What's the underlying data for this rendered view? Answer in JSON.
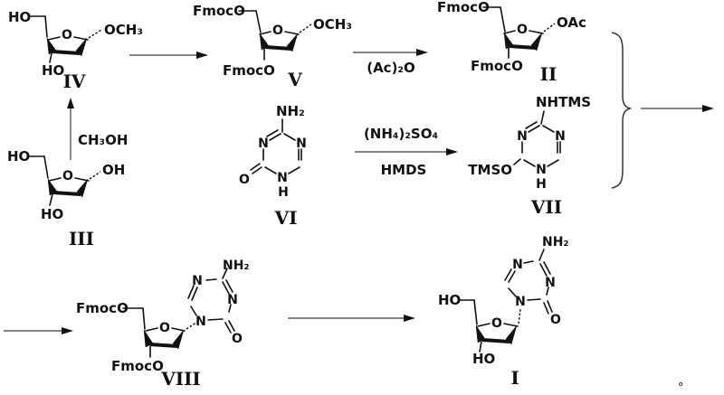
{
  "compounds": {
    "III": {
      "label": "III",
      "o5": "HO",
      "ring_o": "O",
      "anomeric": "OH",
      "o3": "HO"
    },
    "IV": {
      "label": "IV",
      "o5": "HO",
      "ring_o": "O",
      "anomeric": "OCH₃",
      "o3": "HO"
    },
    "V": {
      "label": "V",
      "o5": "FmocO",
      "ring_o": "O",
      "anomeric": "OCH₃",
      "o3": "FmocO"
    },
    "II": {
      "label": "II",
      "o5": "FmocO",
      "ring_o": "O",
      "anomeric": "OAc",
      "o3": "FmocO"
    },
    "VI": {
      "label": "VI",
      "amine": "NH₂",
      "n_left": "N",
      "n_right": "N",
      "carbonyl_o": "O",
      "ring_n": "N",
      "ring_h": "H"
    },
    "VII": {
      "label": "VII",
      "amine": "NHTMS",
      "n_left": "N",
      "n_right": "N",
      "silyl_ether": "TMSO",
      "ring_n": "N",
      "ring_h": "H"
    },
    "VIII": {
      "label": "VIII",
      "o5": "FmocO",
      "ring_o": "O",
      "o3": "FmocO",
      "base": {
        "amine": "NH₂",
        "n5": "N",
        "n3": "N",
        "n1": "N",
        "carbonyl_o": "O"
      }
    },
    "I": {
      "label": "I",
      "o5": "HO",
      "ring_o": "O",
      "o3": "HO",
      "base": {
        "amine": "NH₂",
        "n5": "N",
        "n3": "N",
        "n1": "N",
        "carbonyl_o": "O"
      }
    }
  },
  "reagents": {
    "methanol": "CH₃OH",
    "acetic_anhydride": "(Ac)₂O",
    "ammonium_sulfate": "(NH₄)₂SO₄",
    "hmds": "HMDS"
  },
  "end_mark": "°"
}
